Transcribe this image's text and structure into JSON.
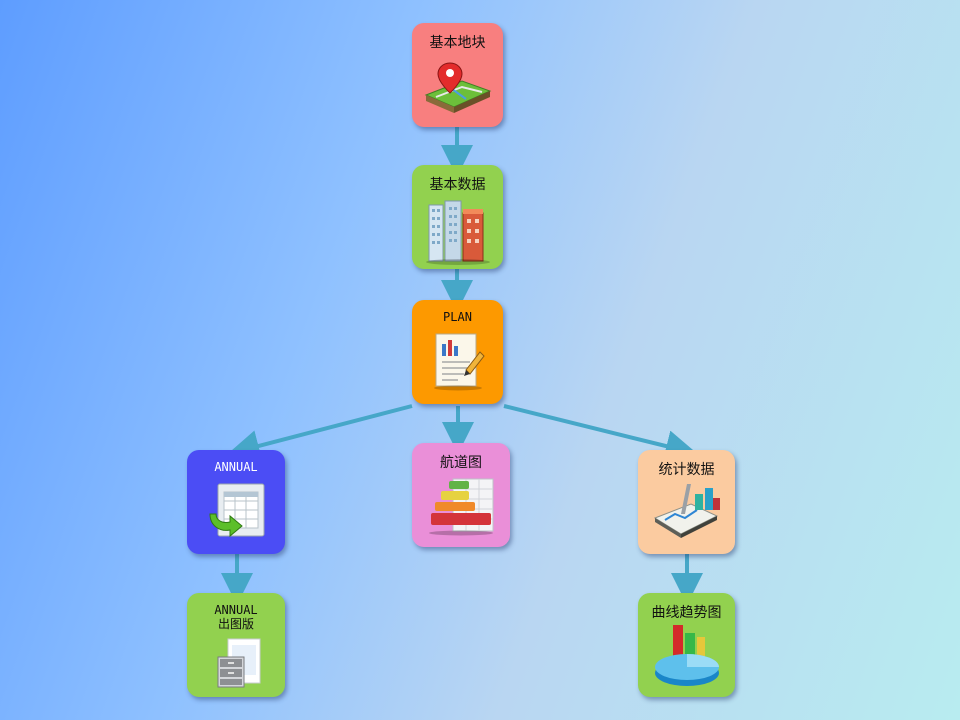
{
  "diagram": {
    "nodes": {
      "plot": {
        "label": "基本地块",
        "icon": "map-pin-land-icon",
        "color": "#f87f7f"
      },
      "basic_data": {
        "label": "基本数据",
        "icon": "buildings-icon",
        "color": "#92d14f"
      },
      "plan": {
        "label": "PLAN",
        "icon": "report-document-icon",
        "color": "#fd9900"
      },
      "annual": {
        "label": "ANNUAL",
        "icon": "spreadsheet-refresh-icon",
        "color": "#4b4df5"
      },
      "channel_map": {
        "label": "航道图",
        "icon": "layered-bars-icon",
        "color": "#ea8fd8"
      },
      "statistics": {
        "label": "统计数据",
        "icon": "statistics-chart-icon",
        "color": "#fbcba0"
      },
      "annual_print": {
        "label": "ANNUAL\n出图版",
        "icon": "printer-icon",
        "color": "#92d14f"
      },
      "curve_trend": {
        "label": "曲线趋势图",
        "icon": "bar-pie-chart-icon",
        "color": "#92d14f"
      }
    },
    "connector_color": "#46a7c8"
  }
}
